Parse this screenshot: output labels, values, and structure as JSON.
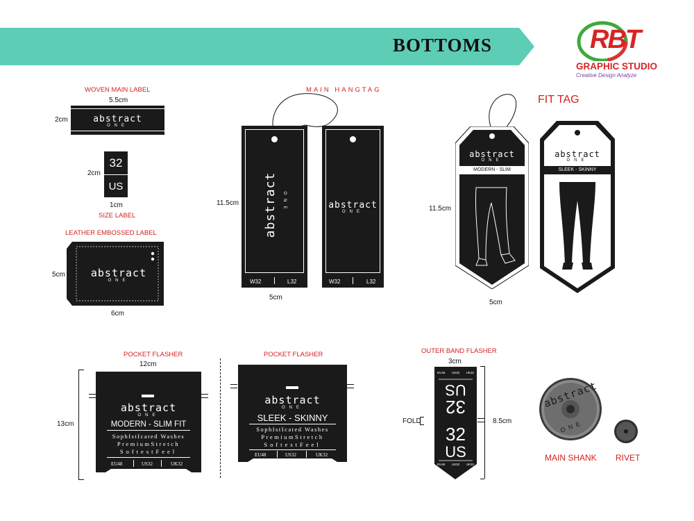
{
  "header": {
    "title": "BOTTOMS",
    "banner_color": "#5ecdb6",
    "logo": {
      "mark": "RBT",
      "name": "GRAPHIC STUDIO",
      "tagline": "Creative Design Analyze"
    }
  },
  "brand": {
    "name": "abstract",
    "sub": "ONE"
  },
  "woven_label": {
    "title": "WOVEN MAIN LABEL",
    "width": "5.5cm",
    "height": "2cm"
  },
  "size_label": {
    "title": "SIZE LABEL",
    "top": "32",
    "bottom": "US",
    "height": "2cm",
    "width": "1cm"
  },
  "leather_label": {
    "title": "LEATHER EMBOSSED LABEL",
    "height": "5cm",
    "width": "6cm"
  },
  "hangtag": {
    "title": "MAIN HANGTAG",
    "height": "11.5cm",
    "width": "5cm",
    "waist": "W32",
    "length": "L32"
  },
  "fit_tag": {
    "title": "FIT TAG",
    "height": "11.5cm",
    "width": "5cm",
    "left_fit": "MODERN - SLIM",
    "right_fit": "SLEEK - SKINNY"
  },
  "pocket1": {
    "title": "POCKET FLASHER",
    "width": "12cm",
    "height": "13cm",
    "fit": "MODERN - SLIM FIT",
    "line1": "SophIstIcated Washes",
    "line2": "PremiumStretch",
    "line3": "SoftestFeel",
    "eu": "EU48",
    "us": "US32",
    "uk": "UK32"
  },
  "pocket2": {
    "title": "POCKET FLASHER",
    "fit": "SLEEK - SKINNY",
    "line1": "SophIstIcated Washes",
    "line2": "PremiumStretch",
    "line3": "SoftestFeel",
    "eu": "EU48",
    "us": "US32",
    "uk": "UK32"
  },
  "band_flasher": {
    "title": "OUTER BAND FLASHER",
    "width": "3cm",
    "height": "8.5cm",
    "fold": "FOLD",
    "size": "32",
    "region": "US",
    "top1": "EU48",
    "top2": "US32",
    "top3": "UK32"
  },
  "shank": {
    "title": "MAIN SHANK"
  },
  "rivet": {
    "title": "RIVET"
  }
}
